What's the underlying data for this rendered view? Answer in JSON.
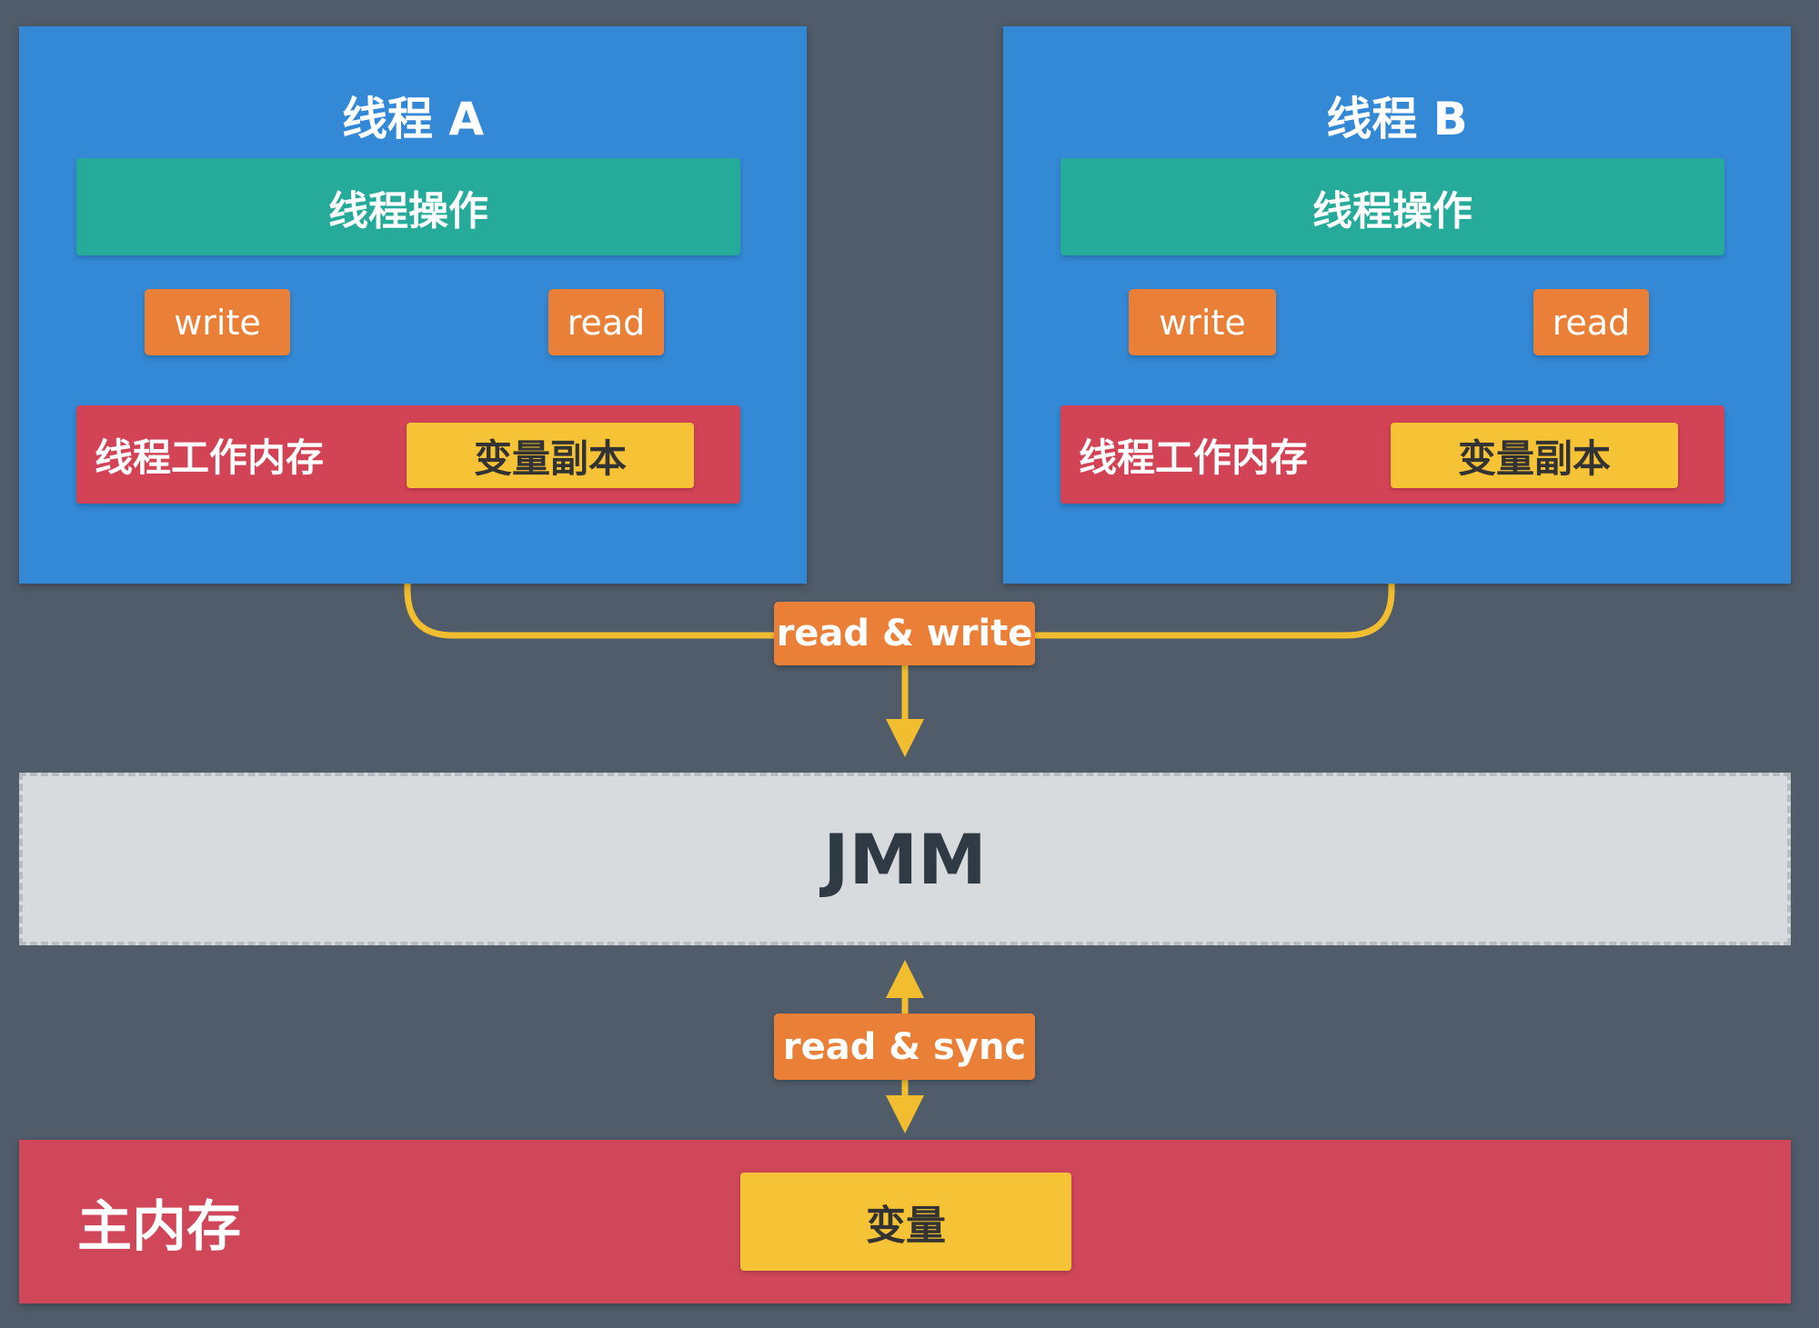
{
  "thread_a": {
    "title": "线程 A",
    "operations": "线程操作",
    "write_label": "write",
    "read_label": "read",
    "working_memory": "线程工作内存",
    "variable_copy": "变量副本"
  },
  "thread_b": {
    "title": "线程 B",
    "operations": "线程操作",
    "write_label": "write",
    "read_label": "read",
    "working_memory": "线程工作内存",
    "variable_copy": "变量副本"
  },
  "read_write_label": "read & write",
  "jmm_label": "JMM",
  "read_sync_label": "read & sync",
  "main_memory": {
    "label": "主内存",
    "variable": "变量"
  },
  "colors": {
    "background": "#505c6a",
    "thread_box": "#3489d6",
    "operations": "#26ab9b",
    "tag": "#ea8038",
    "memory": "#d34356",
    "variable": "#f7c336",
    "arrow": "#f2bd2e",
    "jmm": "#d8dbde"
  }
}
